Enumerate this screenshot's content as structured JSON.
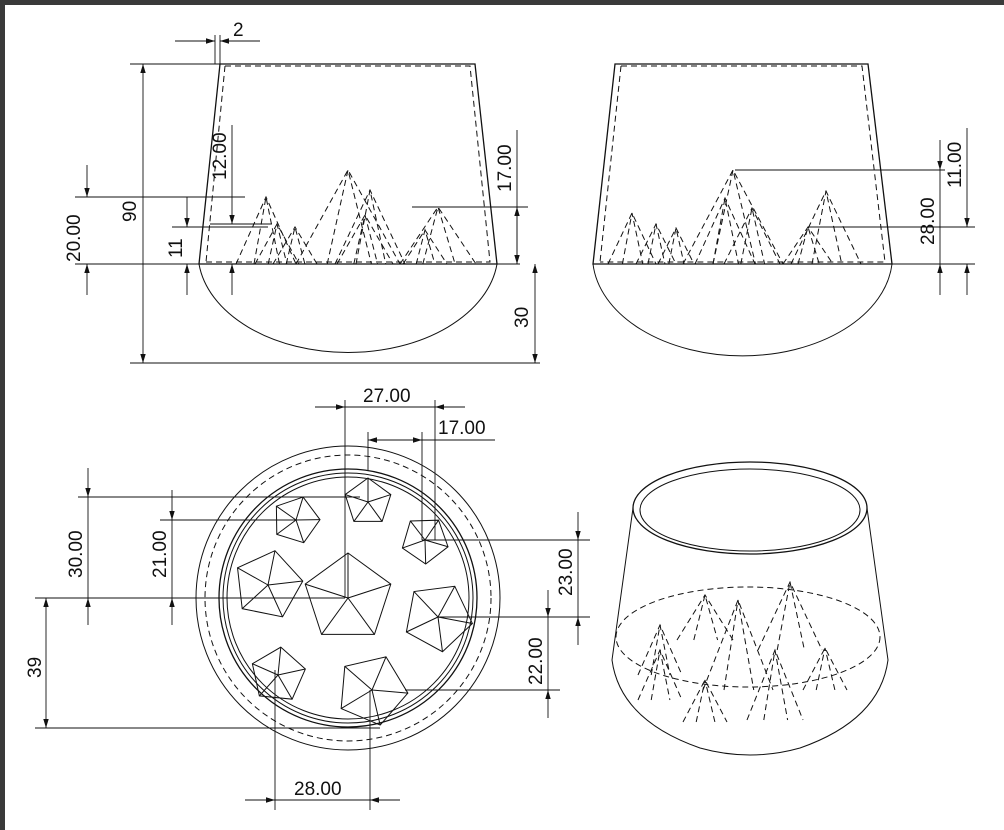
{
  "drawing": {
    "front_view": {
      "dims": {
        "wall": "2",
        "height_total": "90",
        "pyr_a": "20.00",
        "pyr_b": "11",
        "pyr_c": "12.00",
        "pyr_d": "17.00",
        "bowl": "30"
      }
    },
    "side_view": {
      "dims": {
        "pyr_e": "11.00",
        "pyr_f": "28.00"
      }
    },
    "top_view": {
      "dims": {
        "w1": "27.00",
        "w2": "17.00",
        "h1": "30.00",
        "h2": "21.00",
        "h3": "39",
        "h4": "23.00",
        "h5": "22.00",
        "w3": "28.00"
      }
    },
    "iso_view": {}
  }
}
